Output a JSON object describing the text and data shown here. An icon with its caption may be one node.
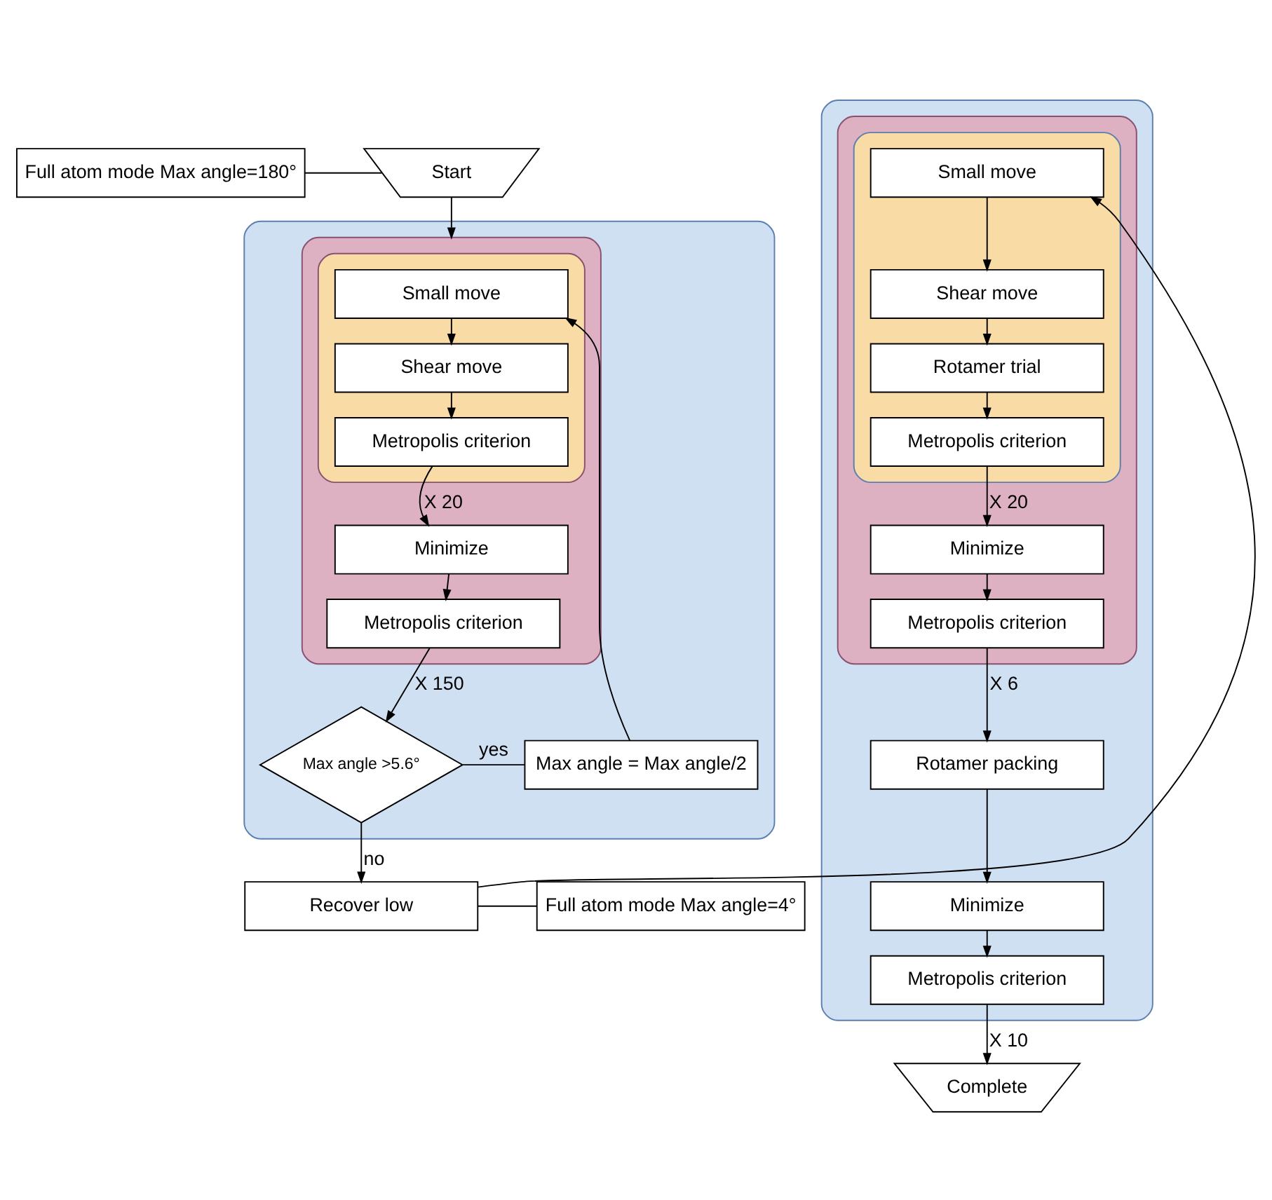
{
  "diagram": {
    "nodes": [
      {
        "text": [
          "Full atom mode Max angle=180°"
        ]
      },
      {
        "text": [
          "Start"
        ]
      },
      {
        "text": [],
        "shape": "box"
      },
      {
        "text": [],
        "shape": "box",
        "in": 2
      },
      {
        "text": [],
        "shape": "box",
        "in": 3
      },
      {
        "text": [
          "Small move"
        ],
        "in": 4
      },
      {
        "text": [
          "Shear move"
        ],
        "in": 4
      },
      {
        "text": [
          "Metropolis criterion"
        ],
        "in": 4
      },
      {
        "text": [
          "Minimize"
        ],
        "in": 3
      },
      {
        "text": [
          "Metropolis criterion"
        ],
        "in": 3
      },
      {
        "text": [
          "Max angle = Max angle/2"
        ],
        "in": 2
      },
      {
        "text": [
          "Max angle >5.6°"
        ],
        "in": 2
      },
      {
        "text": [
          "Recover low"
        ]
      },
      {
        "text": [
          "Full atom mode Max angle=4°"
        ]
      },
      {
        "text": [],
        "shape": "box"
      },
      {
        "text": [],
        "shape": "box",
        "in": 14
      },
      {
        "text": [],
        "shape": "box",
        "in": 15
      },
      {
        "text": [
          "Small move"
        ],
        "in": 16
      },
      {
        "text": [
          "Shear move"
        ],
        "in": 16
      },
      {
        "text": [
          "Rotamer trial"
        ],
        "in": 16
      },
      {
        "text": [
          "Metropolis criterion"
        ],
        "in": 16
      },
      {
        "text": [
          "Minimize"
        ],
        "in": 15
      },
      {
        "text": [
          "Metropolis criterion"
        ],
        "in": 15
      },
      {
        "text": [
          "Rotamer packing"
        ],
        "in": 14
      },
      {
        "text": [
          "Minimize"
        ],
        "in": 14
      },
      {
        "text": [
          "Metropolis criterion"
        ],
        "in": 14
      },
      {
        "text": [
          "Complete"
        ]
      }
    ],
    "edges": [
      {
        "from": 0,
        "to": 1,
        "arrow": "none"
      },
      {
        "from": 1,
        "to": 3,
        "arrow": "to"
      },
      {
        "from": 5,
        "to": 6,
        "arrow": "to"
      },
      {
        "from": 6,
        "to": 7,
        "arrow": "to"
      },
      {
        "from": 7,
        "to": 8,
        "arrow": "to",
        "label": "X 20"
      },
      {
        "from": 8,
        "to": 9,
        "arrow": "to"
      },
      {
        "from": 9,
        "to": 11,
        "arrow": "to",
        "label": "X 150"
      },
      {
        "from": 11,
        "to": 10,
        "arrow": "none",
        "label": "yes"
      },
      {
        "from": 10,
        "to": 5,
        "arrow": "to"
      },
      {
        "from": 11,
        "to": 12,
        "arrow": "to",
        "label": "no"
      },
      {
        "from": 13,
        "to": 12,
        "arrow": "none"
      },
      {
        "from": 12,
        "to": 17,
        "arrow": "to"
      },
      {
        "from": 17,
        "to": 18,
        "arrow": "to"
      },
      {
        "from": 18,
        "to": 19,
        "arrow": "to"
      },
      {
        "from": 19,
        "to": 20,
        "arrow": "to"
      },
      {
        "from": 20,
        "to": 21,
        "arrow": "to",
        "label": "X 20"
      },
      {
        "from": 21,
        "to": 22,
        "arrow": "to"
      },
      {
        "from": 22,
        "to": 23,
        "arrow": "to",
        "label": "X 6"
      },
      {
        "from": 23,
        "to": 24,
        "arrow": "to"
      },
      {
        "from": 24,
        "to": 25,
        "arrow": "to"
      },
      {
        "from": 25,
        "to": 26,
        "arrow": "to",
        "label": "X 10"
      }
    ]
  }
}
